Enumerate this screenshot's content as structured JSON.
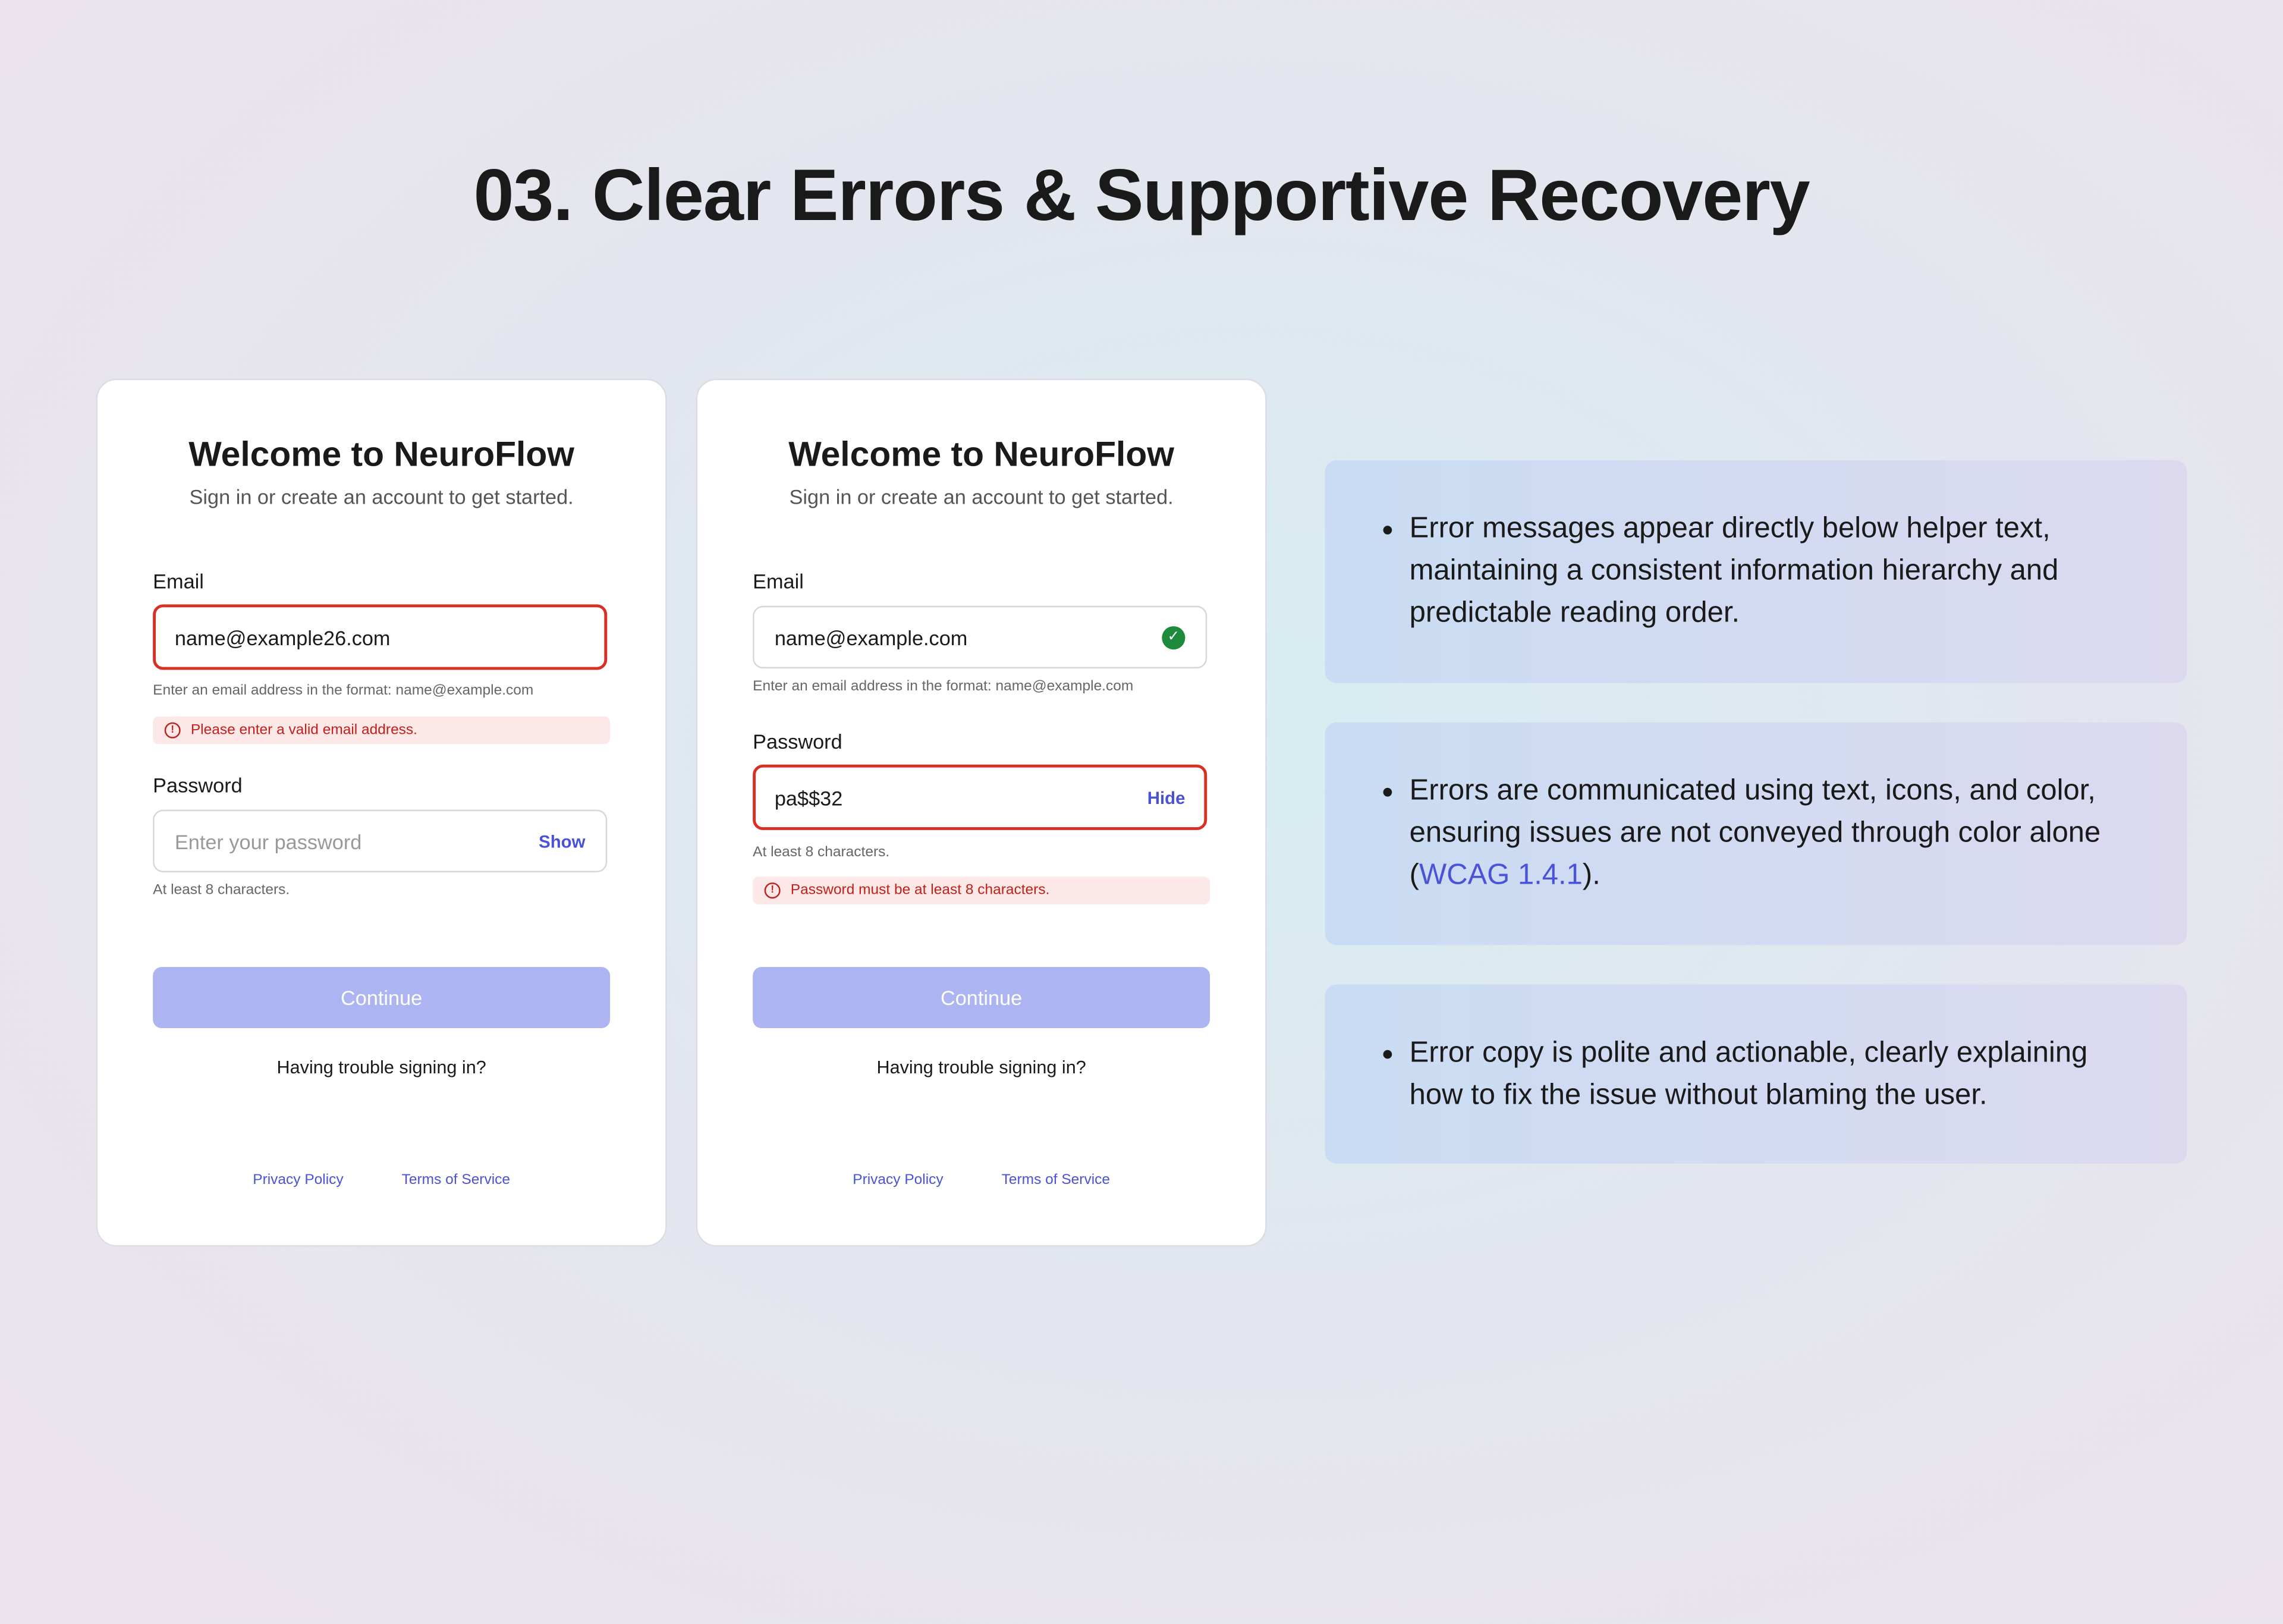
{
  "page_title": "03. Clear Errors & Supportive Recovery",
  "cards": [
    {
      "title": "Welcome to NeuroFlow",
      "subtitle": "Sign in or create an account to get started.",
      "email_label": "Email",
      "email_value": "name@example26.com",
      "email_help": "Enter an email address in the format: name@example.com",
      "email_error": "Please enter a valid email address.",
      "password_label": "Password",
      "password_placeholder": "Enter your password",
      "password_toggle": "Show",
      "password_help": "At least 8 characters.",
      "continue": "Continue",
      "trouble": "Having trouble signing in?",
      "privacy": "Privacy Policy",
      "terms": "Terms of Service"
    },
    {
      "title": "Welcome to NeuroFlow",
      "subtitle": "Sign in or create an account to get started.",
      "email_label": "Email",
      "email_value": "name@example.com",
      "email_help": "Enter an email address in the format: name@example.com",
      "password_label": "Password",
      "password_value": "pa$$32",
      "password_toggle": "Hide",
      "password_help": "At least 8 characters.",
      "password_error": "Password must be at least 8 characters.",
      "continue": "Continue",
      "trouble": "Having trouble signing in?",
      "privacy": "Privacy Policy",
      "terms": "Terms of Service"
    }
  ],
  "notes": [
    {
      "text": "Error messages appear directly below helper text, maintaining a consistent information hierarchy and predictable reading order."
    },
    {
      "text_before": "Errors are communicated using text, icons, and color, ensuring issues are not conveyed through color alone (",
      "link": "WCAG 1.4.1",
      "text_after": ")."
    },
    {
      "text": "Error copy is polite and actionable, clearly explaining how to fix the issue without blaming the user."
    }
  ],
  "colors": {
    "error": "#d93025",
    "accent": "#4a52d9",
    "button": "#adb4f2",
    "success": "#1e8a3c"
  }
}
